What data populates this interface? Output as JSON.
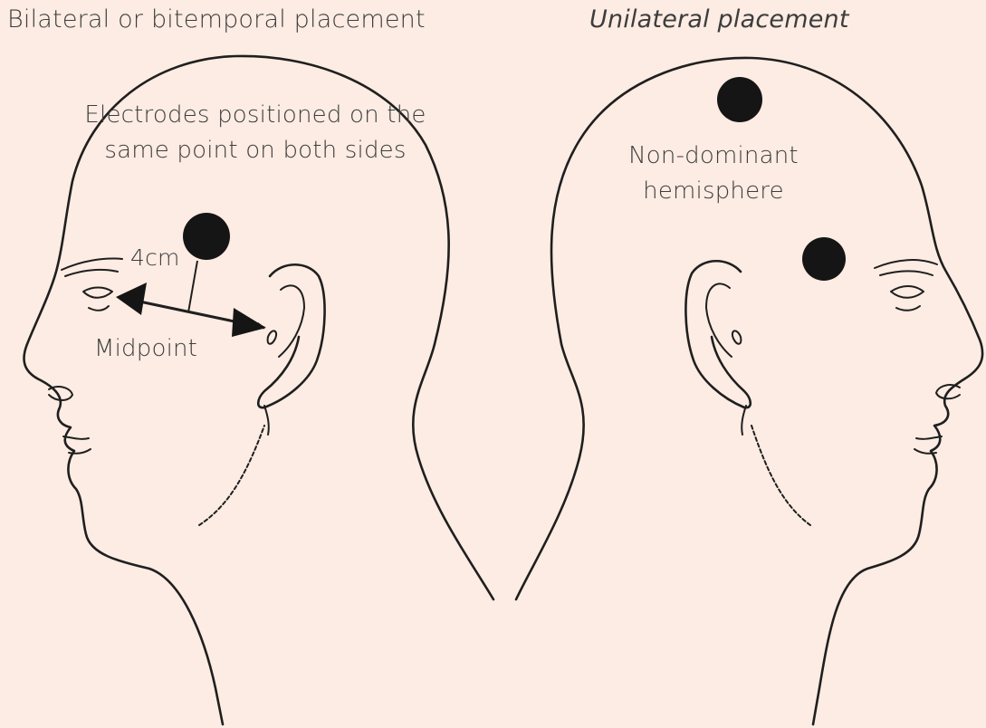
{
  "diagram": {
    "left_panel": {
      "title": "Bilateral or bitemporal placement",
      "electrode_note": "Electrodes positioned on the same point on both sides",
      "distance_label": "4cm",
      "midpoint_label": "Midpoint"
    },
    "right_panel": {
      "title": "Unilateral placement",
      "hemisphere_label": "Non-dominant hemisphere"
    }
  },
  "colors": {
    "background": "#fdece3",
    "line": "#1f1f1f",
    "electrode": "#151515",
    "text": "#3d3d3d"
  }
}
